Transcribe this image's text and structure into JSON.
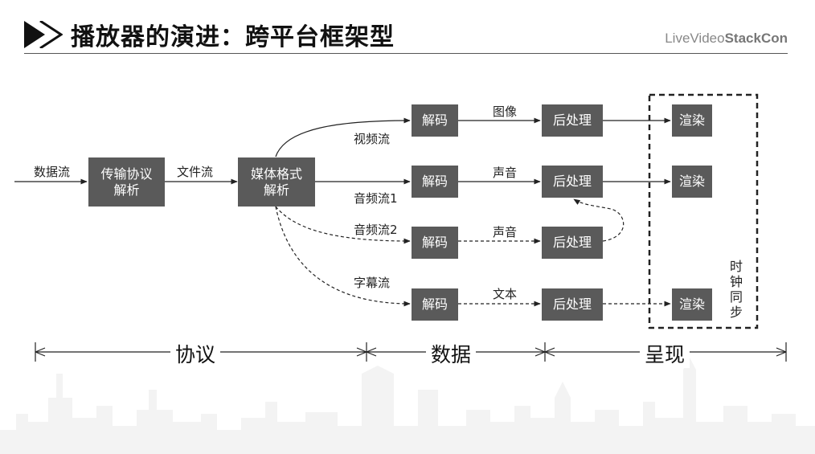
{
  "slide": {
    "title": "播放器的演进：跨平台框架型",
    "brand_prefix": "LiveVideo",
    "brand_bold": "StackCon"
  },
  "nodes": {
    "transport": "传输协议\n解析",
    "demux": "媒体格式\n解析",
    "decode": "解码",
    "postprocess": "后处理",
    "render": "渲染"
  },
  "edge_labels": {
    "data_stream": "数据流",
    "file_stream": "文件流",
    "video_stream": "视频流",
    "audio_stream_1": "音频流1",
    "audio_stream_2": "音频流2",
    "subtitle_stream": "字幕流",
    "image": "图像",
    "sound": "声音",
    "text": "文本"
  },
  "clock_sync": [
    "时",
    "钟",
    "同",
    "步"
  ],
  "sections": {
    "protocol": "协议",
    "data": "数据",
    "presentation": "呈现"
  },
  "colors": {
    "box": "#5a5a5a",
    "line": "#222222"
  }
}
